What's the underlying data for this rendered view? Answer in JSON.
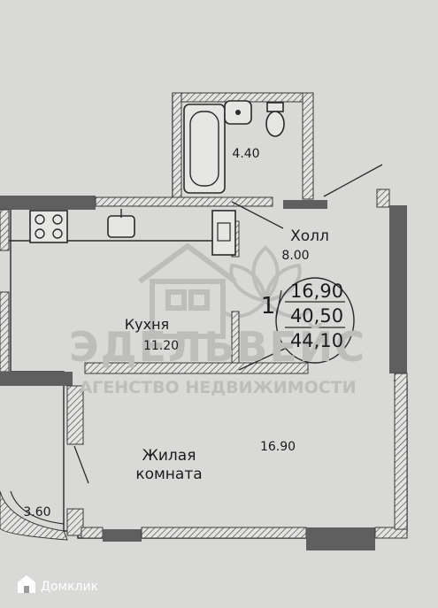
{
  "rooms": {
    "bathroom_area": "4.40",
    "hall_name": "Холл",
    "hall_area": "8.00",
    "kitchen_name": "Кухня",
    "kitchen_area": "11.20",
    "living_name_line1": "Жилая",
    "living_name_line2": "комната",
    "living_area": "16.90",
    "balcony_area": "3.60"
  },
  "summary": {
    "room_count": "1",
    "living_area": "16,90",
    "area_without_balcony": "40,50",
    "total_area": "44,10"
  },
  "watermark": {
    "title": "ЭДЕЛЬВЕЙС",
    "subtitle": "АГЕНСТВО НЕДВИЖИМОСТИ"
  },
  "source_badge": {
    "text": "Домклик",
    "icon": "home-logo-icon"
  },
  "colors": {
    "paper": "#d9d9d7",
    "wall": "#5f5f5f",
    "watermark": "#bdbdbb"
  }
}
